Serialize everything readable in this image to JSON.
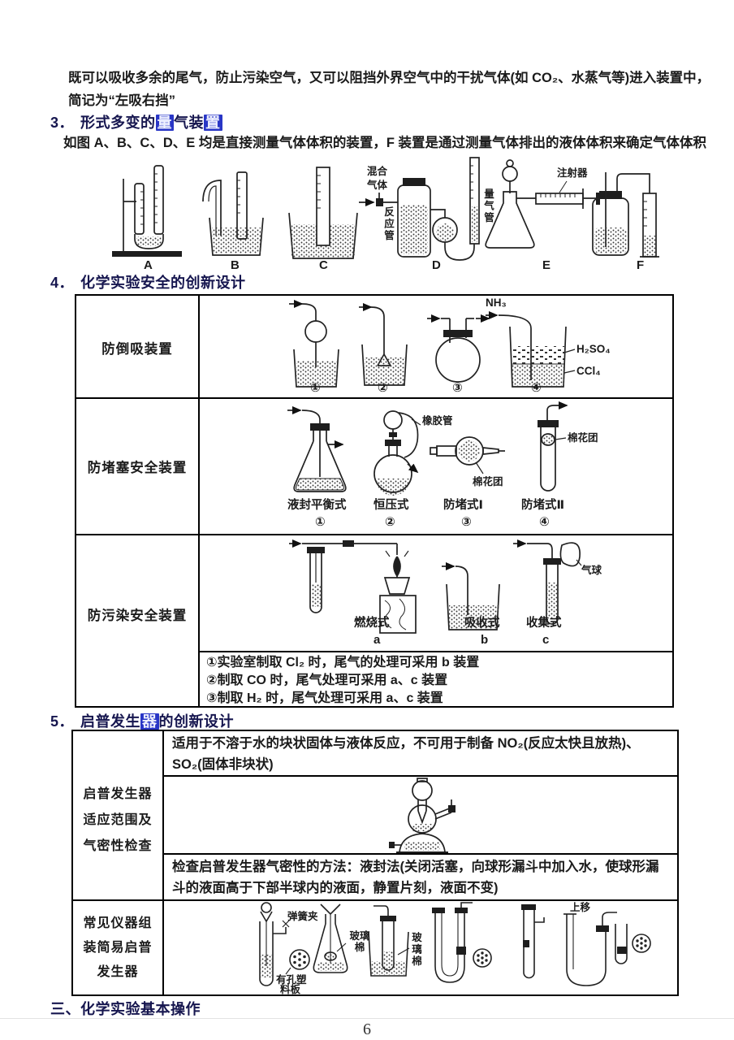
{
  "colors": {
    "accent": "#2936c6",
    "heading": "#16164f",
    "ink": "#1b1b1b"
  },
  "intro": {
    "line1": "既可以吸收多余的尾气，防止污染空气，又可以阻挡外界空气中的干扰气体(如 CO₂、水蒸气等)进入装置中，",
    "line2": "简记为“左吸右挡”"
  },
  "sec3": {
    "num": "3．",
    "t1": "形式多变的",
    "hl1": "量",
    "t2": "气装",
    "hl2": "置",
    "desc": "如图 A、B、C、D、E 均是直接测量气体体积的装置，F 装置是通过测量气体排出的液体体积来确定气体体积",
    "letters": [
      "A",
      "B",
      "C",
      "D",
      "E",
      "F"
    ],
    "labels": {
      "mixed1": "混合",
      "mixed2": "气体",
      "reaction": "反应管",
      "gastube": "量气管",
      "syringe": "注射器"
    }
  },
  "sec4": {
    "num": "4．",
    "title": "化学实验安全的创新设计",
    "row1": {
      "head": "防倒吸装置",
      "nums": [
        "①",
        "②",
        "③",
        "④"
      ],
      "nh3": "NH₃",
      "h2so4": "H₂SO₄",
      "ccl4": "CCl₄"
    },
    "row2": {
      "head": "防堵塞安全装置",
      "caps": [
        "液封平衡式",
        "恒压式",
        "防堵式Ⅰ",
        "防堵式Ⅱ"
      ],
      "nums": [
        "①",
        "②",
        "③",
        "④"
      ],
      "rubber": "橡胶管",
      "cotton": "棉花团"
    },
    "row3": {
      "head": "防污染安全装置",
      "caps": [
        "燃烧式",
        "吸收式",
        "收集式"
      ],
      "letters": [
        "a",
        "b",
        "c"
      ],
      "balloon": "气球",
      "notes": [
        "①实验室制取 Cl₂ 时，尾气的处理可采用 b 装置",
        "②制取 CO 时，尾气处理可采用 a、c 装置",
        "③制取 H₂ 时，尾气处理可采用 a、c 装置"
      ]
    }
  },
  "sec5": {
    "num": "5．",
    "t1": "启普发生",
    "hl": "器",
    "t2": "的创新设计",
    "leftA": [
      "启普发生器",
      "适应范围及",
      "气密性检查"
    ],
    "text1": "适用于不溶于水的块状固体与液体反应，不可用于制备 NO₂(反应太快且放热)、SO₂(固体非块状)",
    "text2": "检查启普发生器气密性的方法：液封法(关闭活塞，向球形漏斗中加入水，使球形漏斗的液面高于下部半球内的液面，静置片刻，液面不变)",
    "leftB": [
      "常见仪器组",
      "装简易启普",
      "发生器"
    ],
    "labels": {
      "clamp": "弹簧夹",
      "plate1": "有孔塑",
      "plate2": "料板",
      "wool": "玻璃棉",
      "up": "上移"
    }
  },
  "sec6": {
    "title": "三、化学实验基本操作"
  },
  "footer": {
    "page": "6"
  }
}
